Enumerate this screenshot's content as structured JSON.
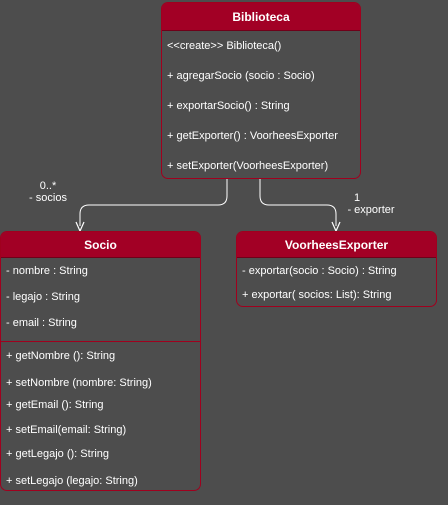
{
  "colors": {
    "background": "#4d4d4d",
    "header_fill": "#a20025",
    "border": "#a0001e",
    "text": "#ffffff",
    "connector": "#ffffff"
  },
  "biblioteca": {
    "title": "Biblioteca",
    "members": [
      "<<create>> Biblioteca()",
      "+ agregarSocio (socio : Socio)",
      "+ exportarSocio() : String",
      "+ getExporter() : VoorheesExporter",
      "+ setExporter(VoorheesExporter)"
    ]
  },
  "socio": {
    "title": "Socio",
    "attributes": [
      "- nombre : String",
      "- legajo : String",
      "- email : String"
    ],
    "methods": [
      "+ getNombre (): String",
      "+ setNombre (nombre: String)",
      "+ getEmail (): String",
      "+ setEmail(email: String)",
      "+ getLegajo (): String",
      "+ setLegajo (legajo: String)"
    ]
  },
  "exporter": {
    "title": "VoorheesExporter",
    "methods": [
      "- exportar(socio : Socio) : String",
      "+ exportar( socios: List): String"
    ]
  },
  "associations": {
    "socios": {
      "multiplicity": "0..*",
      "role": "- socios"
    },
    "exporter": {
      "multiplicity": "1",
      "role": "- exporter"
    }
  }
}
